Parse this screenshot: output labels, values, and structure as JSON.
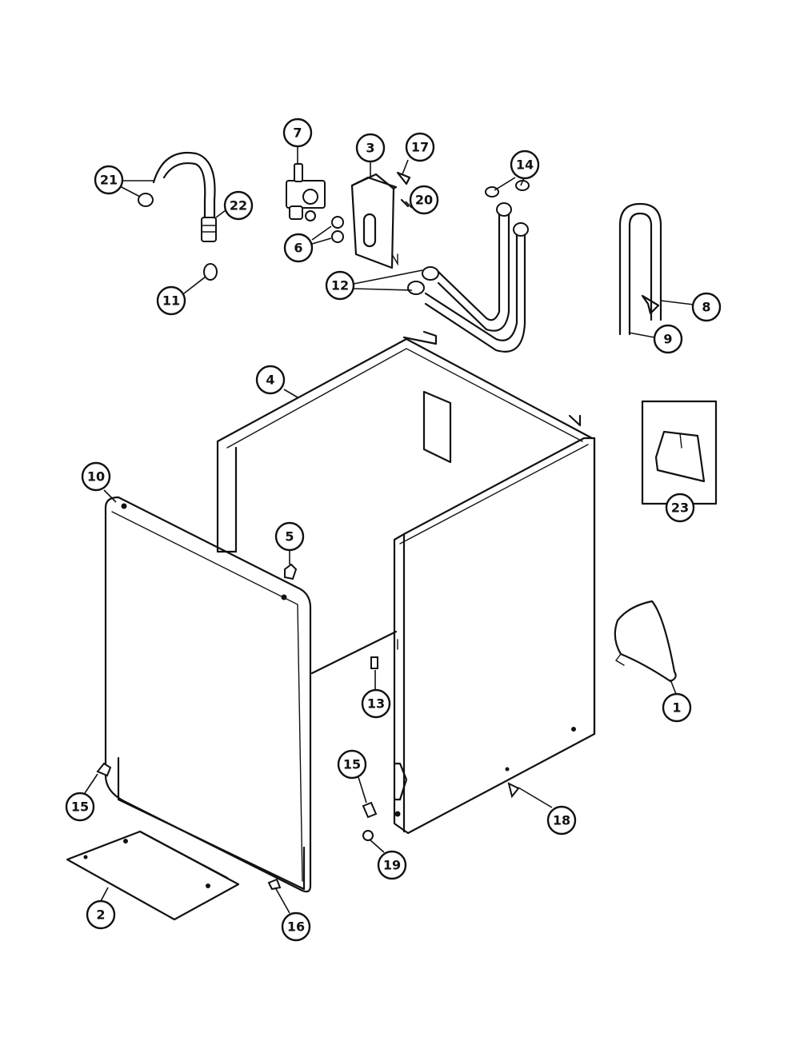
{
  "diagram": {
    "callouts": [
      {
        "id": "c1",
        "label": "1"
      },
      {
        "id": "c2",
        "label": "2"
      },
      {
        "id": "c3",
        "label": "3"
      },
      {
        "id": "c4",
        "label": "4"
      },
      {
        "id": "c5",
        "label": "5"
      },
      {
        "id": "c6",
        "label": "6"
      },
      {
        "id": "c7",
        "label": "7"
      },
      {
        "id": "c8",
        "label": "8"
      },
      {
        "id": "c9",
        "label": "9"
      },
      {
        "id": "c10",
        "label": "10"
      },
      {
        "id": "c11",
        "label": "11"
      },
      {
        "id": "c12",
        "label": "12"
      },
      {
        "id": "c13",
        "label": "13"
      },
      {
        "id": "c14",
        "label": "14"
      },
      {
        "id": "c15a",
        "label": "15"
      },
      {
        "id": "c15b",
        "label": "15"
      },
      {
        "id": "c16",
        "label": "16"
      },
      {
        "id": "c17",
        "label": "17"
      },
      {
        "id": "c18",
        "label": "18"
      },
      {
        "id": "c19",
        "label": "19"
      },
      {
        "id": "c20",
        "label": "20"
      },
      {
        "id": "c21",
        "label": "21"
      },
      {
        "id": "c22",
        "label": "22"
      },
      {
        "id": "c23",
        "label": "23"
      }
    ]
  }
}
